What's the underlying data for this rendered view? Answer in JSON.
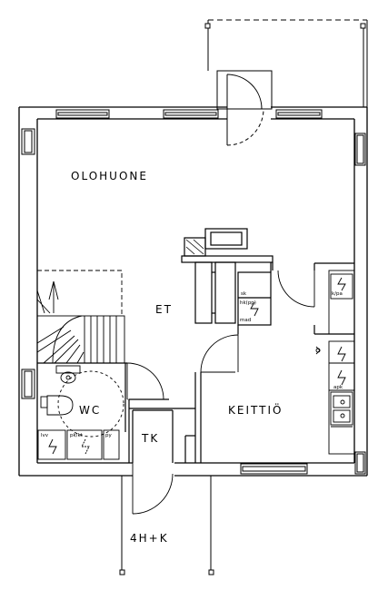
{
  "rooms": {
    "living_room": "OLOHUONE",
    "hallway": "ET",
    "toilet": "WC",
    "kitchen": "KEITTIÖ",
    "closet": "TK"
  },
  "apartment_type": "4H+K",
  "fixtures": {
    "refrigerator_freezer": "k/pa",
    "washbasin_cabinet": "sk",
    "utility_cabinet": "hk(pp)",
    "utility_cabinet_sub": "mad",
    "dishwasher": "apk",
    "water_heater": "lvv",
    "cabinet_pkkt": "pk/kt",
    "cabinet_py": "py"
  }
}
